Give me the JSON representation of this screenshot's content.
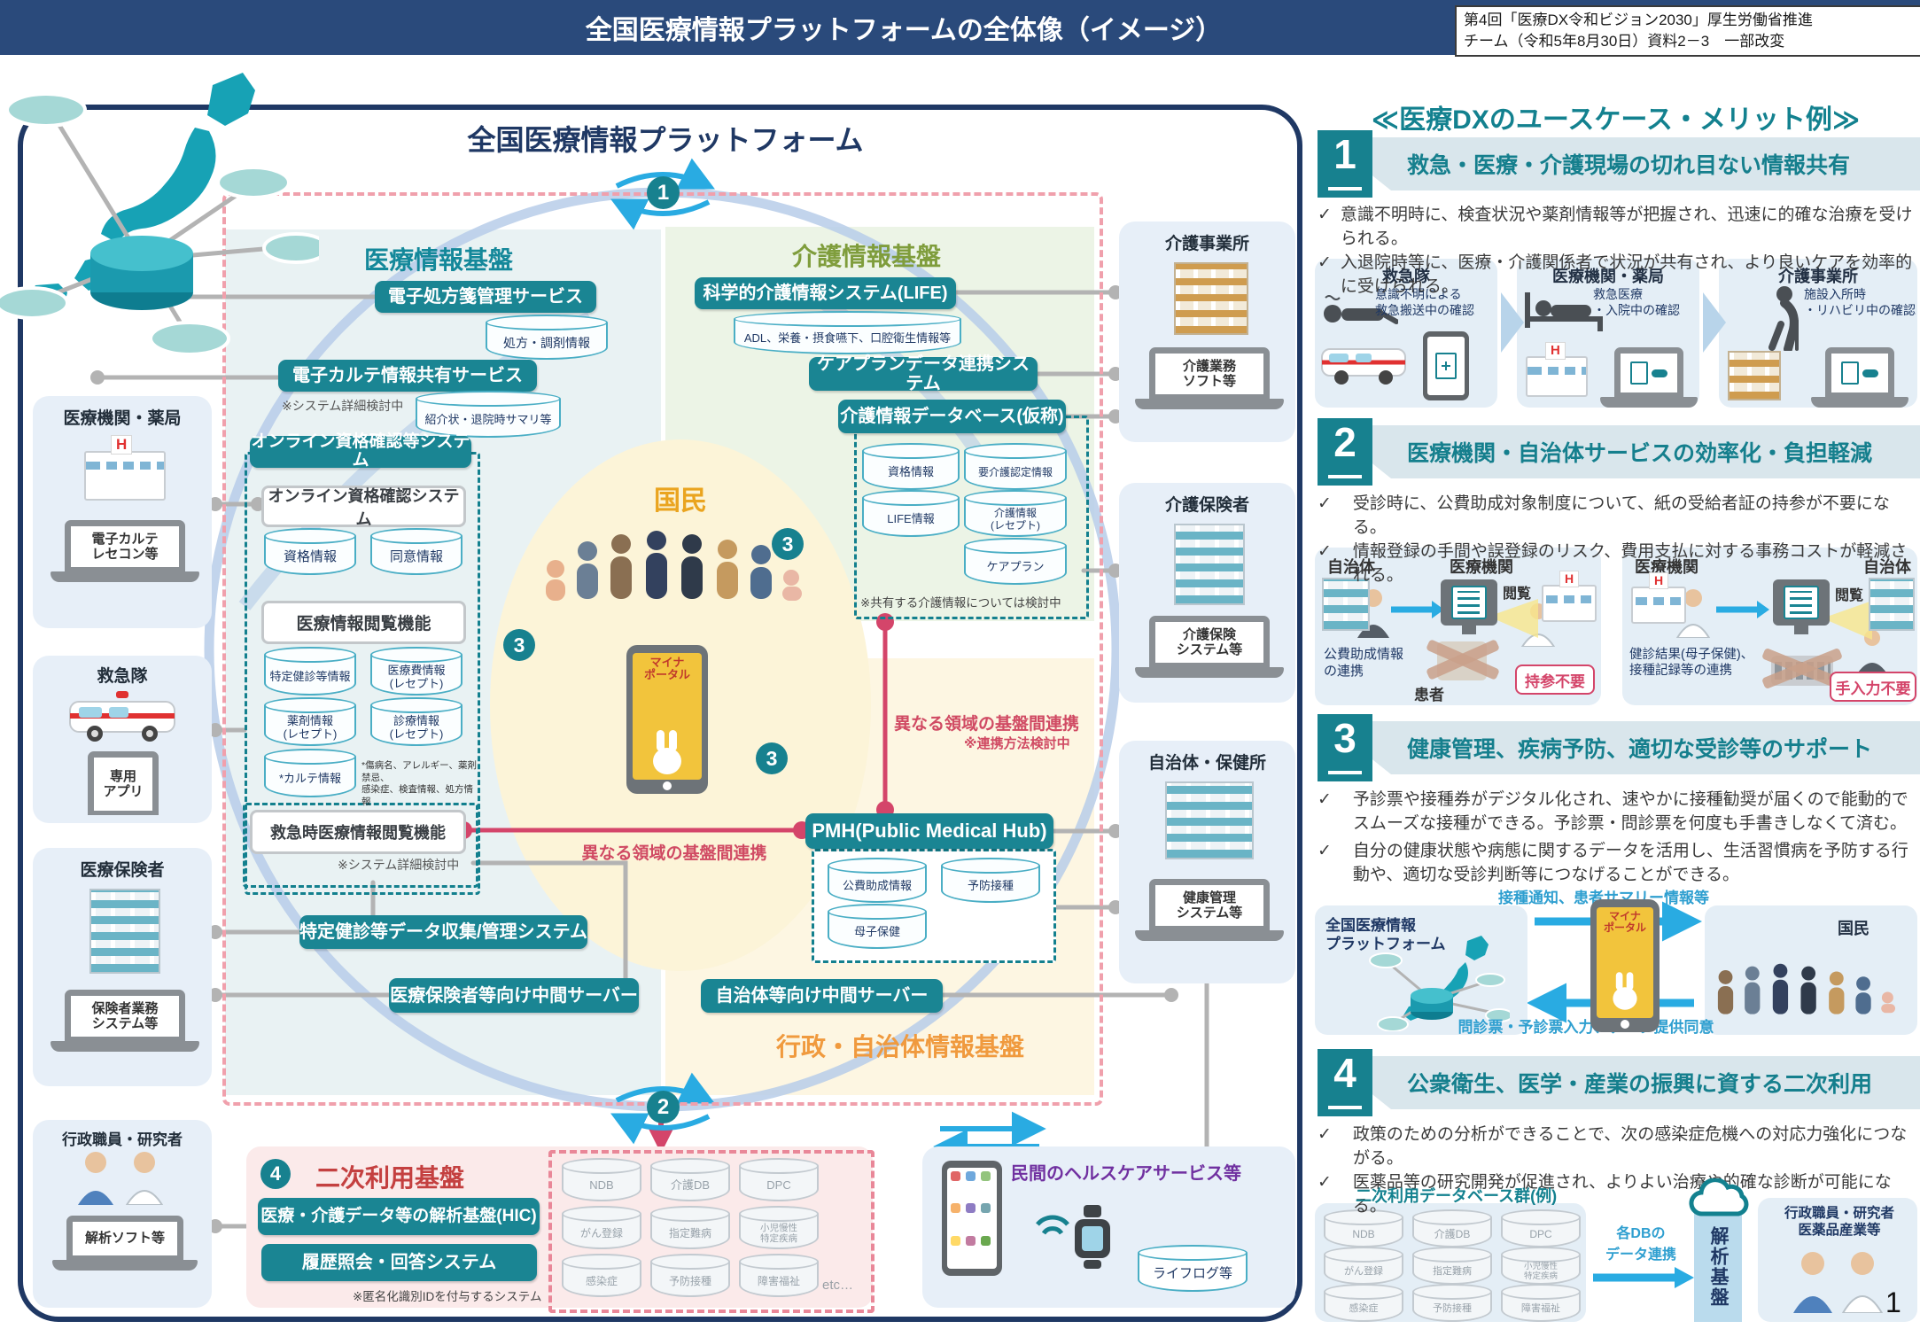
{
  "header": {
    "title": "全国医療情報プラットフォームの全体像（イメージ）",
    "source": "第4回「医療DX令和ビジョン2030」厚生労働省推進\nチーム（令和5年8月30日）資料2－3　一部改変"
  },
  "icons": {
    "hospital_h": "H"
  },
  "platform": {
    "title": "全国医療情報プラットフォーム",
    "markers": {
      "m1": "1",
      "m2": "2",
      "m3": "3",
      "m4": "4"
    },
    "citizen": "国民",
    "myna": "マイナ\nポータル",
    "cross_center": "異なる領域の基盤間連携",
    "cross_right": "異なる領域の基盤間連携",
    "cross_right_note": "※連携方法検討中",
    "medical": {
      "title": "医療情報基盤",
      "eprescription": "電子処方箋管理サービス",
      "eprescription_db": "処方・調剤情報",
      "ekarte": "電子カルテ情報共有サービス",
      "ekarte_note": "※システム詳細検討中",
      "ekarte_db": "紹介状・退院時サマリ等",
      "online_cert": "オンライン資格確認等システム",
      "online_cert_sub": "オンライン資格確認システム",
      "online_dbs": [
        "資格情報",
        "同意情報"
      ],
      "viewer": "医療情報閲覧機能",
      "viewer_dbs": [
        "特定健診等情報",
        "医療費情報\n(レセプト)",
        "薬剤情報\n(レセプト)",
        "診療情報\n(レセプト)",
        "*カルテ情報"
      ],
      "karte_note": "*傷病名、アレルギー、薬剤禁忌、\n感染症、検査情報、処方情報",
      "emergency": "救急時医療情報閲覧機能",
      "emergency_note": "※システム詳細検討中",
      "kenshin": "特定健診等データ収集/管理システム",
      "insurer_server": "医療保険者等向け中間サーバー"
    },
    "care": {
      "title": "介護情報基盤",
      "life": "科学的介護情報システム(LIFE)",
      "life_db": "ADL、栄養・摂食嚥下、口腔衛生情報等",
      "careplan": "ケアプランデータ連携システム",
      "caredb": "介護情報データベース(仮称)",
      "caredb_items": [
        "資格情報",
        "要介護認定情報",
        "LIFE情報",
        "介護情報\n(レセプト)",
        "ケアプラン"
      ],
      "caredb_note": "※共有する介護情報については検討中"
    },
    "gov": {
      "title": "行政・自治体情報基盤",
      "pmh": "PMH(Public Medical Hub)",
      "pmh_dbs": [
        "公費助成情報",
        "予防接種",
        "母子保健"
      ],
      "local_server": "自治体等向け中間サーバー"
    },
    "entities": {
      "left": [
        {
          "title": "医療機関・薬局",
          "device": "電子カルテ\nレセコン等"
        },
        {
          "title": "救急隊",
          "device": "専用\nアプリ"
        },
        {
          "title": "医療保険者",
          "device": "保険者業務\nシステム等"
        },
        {
          "title": "行政職員・研究者",
          "device": "解析ソフト等"
        }
      ],
      "right": [
        {
          "title": "介護事業所",
          "device": "介護業務\nソフト等"
        },
        {
          "title": "介護保険者",
          "device": "介護保険\nシステム等"
        },
        {
          "title": "自治体・保健所",
          "device": "健康管理\nシステム等"
        }
      ]
    },
    "secondary": {
      "title": "二次利用基盤",
      "hic": "医療・介護データ等の解析基盤(HIC)",
      "history": "履歴照会・回答システム",
      "note": "※匿名化識別IDを付与するシステム",
      "dbs": [
        "NDB",
        "介護DB",
        "DPC",
        "がん登録",
        "指定難病",
        "小児慢性\n特定疾病",
        "感染症",
        "予防接種",
        "障害福祉"
      ],
      "etc": "etc…"
    },
    "private": {
      "title": "民間のヘルスケアサービス等",
      "db": "ライフログ等"
    }
  },
  "usecases": {
    "title": "≪医療DXのユースケース・メリット例≫",
    "check": "✓",
    "s1": {
      "num": "1",
      "title": "救急・医療・介護現場の切れ目ない情報共有",
      "bullets": [
        "意識不明時に、検査状況や薬剤情報等が把握され、迅速に的確な治療を受けられる。",
        "入退院時等に、医療・介護関係者で状況が共有され、より良いケアを効率的に受けられる。"
      ],
      "cards": [
        {
          "title": "救急隊",
          "caption": "意識不明による\n救急搬送中の確認"
        },
        {
          "title": "医療機関・薬局",
          "caption": "救急医療\n・入院中の確認"
        },
        {
          "title": "介護事業所",
          "caption": "施設入所時\n・リハビリ中の確認"
        }
      ]
    },
    "s2": {
      "num": "2",
      "title": "医療機関・自治体サービスの効率化・負担軽減",
      "bullets": [
        "受診時に、公費助成対象制度について、紙の受給者証の持参が不要になる。",
        "情報登録の手間や誤登録のリスク、費用支払に対する事務コストが軽減される。"
      ],
      "card_a": {
        "left": "自治体",
        "right": "医療機関",
        "view": "閲覧",
        "link": "公費助成情報\nの連携",
        "patient": "患者",
        "badge": "持参不要"
      },
      "card_b": {
        "left": "医療機関",
        "right": "自治体",
        "view": "閲覧",
        "link": "健診結果(母子保健)、\n接種記録等の連携",
        "badge": "手入力不要"
      }
    },
    "s3": {
      "num": "3",
      "title": "健康管理、疾病予防、適切な受診等のサポート",
      "bullets": [
        "予診票や接種券がデジタル化され、速やかに接種勧奨が届くので能動的でスムーズな接種ができる。予診票・問診票を何度も手書きしなくて済む。",
        "自分の健康状態や病態に関するデータを活用し、生活習慣病を予防する行動や、適切な受診判断等につなげることができる。"
      ],
      "flow": {
        "left": "全国医療情報\nプラットフォーム",
        "phone": "マイナ\nポータル",
        "right": "国民",
        "top": "接種通知、患者サマリー情報等",
        "bottom": "問診票・予診票入力、データ提供同意"
      }
    },
    "s4": {
      "num": "4",
      "title": "公衆衛生、医学・産業の振興に資する二次利用",
      "bullets": [
        "政策のための分析ができることで、次の感染症危機への対応力強化につながる。",
        "医薬品等の研究開発が促進され、よりよい治療や的確な診断が可能になる。"
      ],
      "flow": {
        "db_title": "二次利用データベース群(例)",
        "dbs": [
          "NDB",
          "介護DB",
          "DPC",
          "がん登録",
          "指定難病",
          "小児慢性\n特定疾病",
          "感染症",
          "予防接種",
          "障害福祉"
        ],
        "arrow": "各DBの\nデータ連携",
        "hub": "解析基盤",
        "right": "行政職員・研究者\n医薬品産業等"
      }
    }
  },
  "page_number": "1"
}
